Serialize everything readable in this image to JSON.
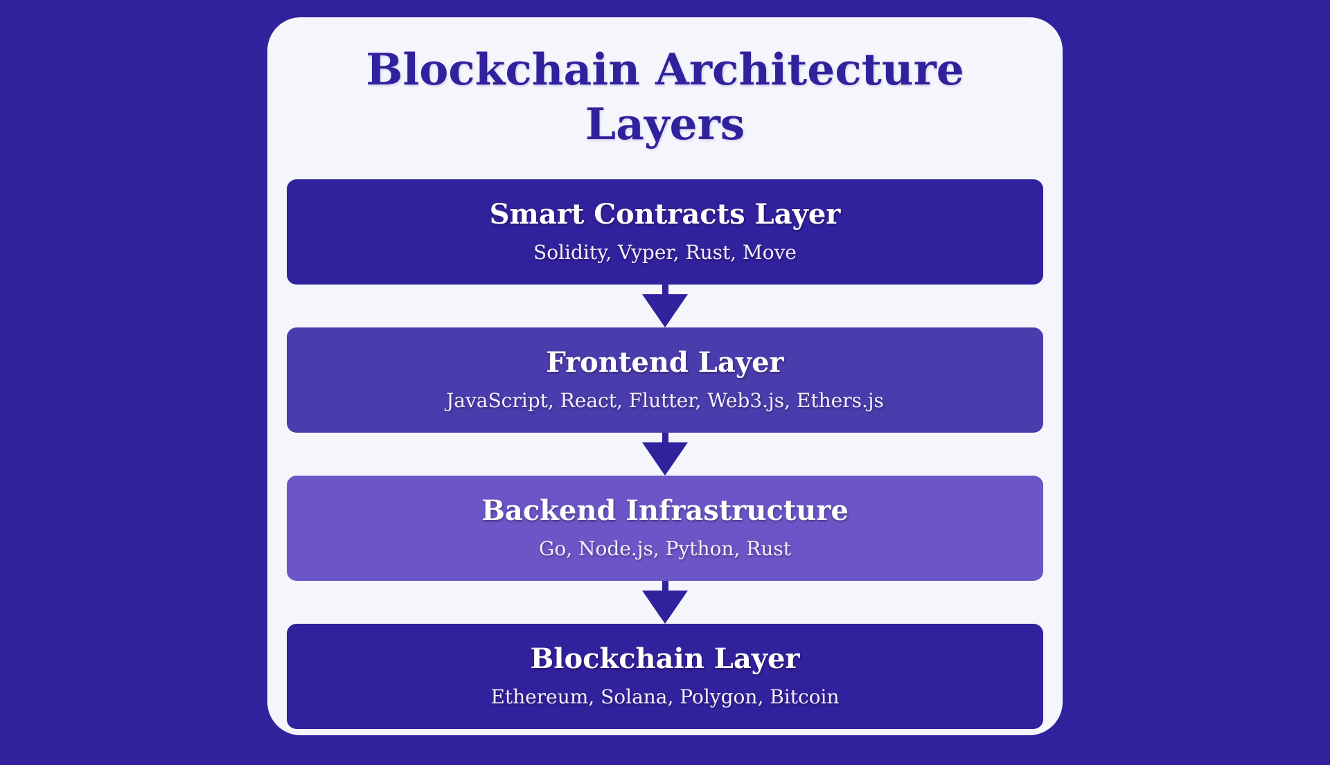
{
  "title": "Blockchain Architecture Layers",
  "colors": {
    "background": "#32219C",
    "card_background": "#F5F6FC",
    "title_text": "#32219C",
    "layer_text": "#FFFFFF",
    "arrow": "#32219C"
  },
  "layers": [
    {
      "name": "Smart Contracts Layer",
      "technologies": "Solidity, Vyper, Rust, Move",
      "color": "#32219C"
    },
    {
      "name": "Frontend Layer",
      "technologies": "JavaScript, React, Flutter, Web3.js, Ethers.js",
      "color": "#4B3CAD"
    },
    {
      "name": "Backend Infrastructure",
      "technologies": "Go, Node.js, Python, Rust",
      "color": "#6C55C7"
    },
    {
      "name": "Blockchain Layer",
      "technologies": "Ethereum, Solana, Polygon, Bitcoin",
      "color": "#32219C"
    }
  ]
}
